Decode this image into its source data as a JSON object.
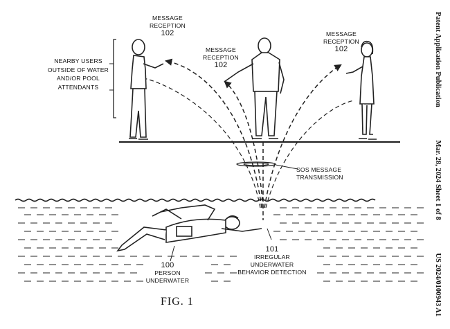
{
  "labels": {
    "msg_left": "MESSAGE\nRECEPTION",
    "msg_left_num": "102",
    "msg_center": "MESSAGE\nRECEPTION",
    "msg_center_num": "102",
    "msg_right": "MESSAGE\nRECEPTION",
    "msg_right_num": "102",
    "nearby_users": "NEARBY USERS\nOUTSIDE OF WATER\nAND/OR POOL\nATTENDANTS",
    "sos": "SOS MESSAGE\nTRANSMISSION",
    "person_num": "100",
    "person": "PERSON\nUNDERWATER",
    "detect_num": "101",
    "detect": "IRREGULAR\nUNDERWATER\nBEHAVIOR DETECTION",
    "figure": "FIG. 1"
  },
  "header": {
    "publication": "Patent Application Publication",
    "date_sheet": "Mar. 28, 2024  Sheet 1 of 8",
    "number": "US 2024/0100943 A1"
  }
}
